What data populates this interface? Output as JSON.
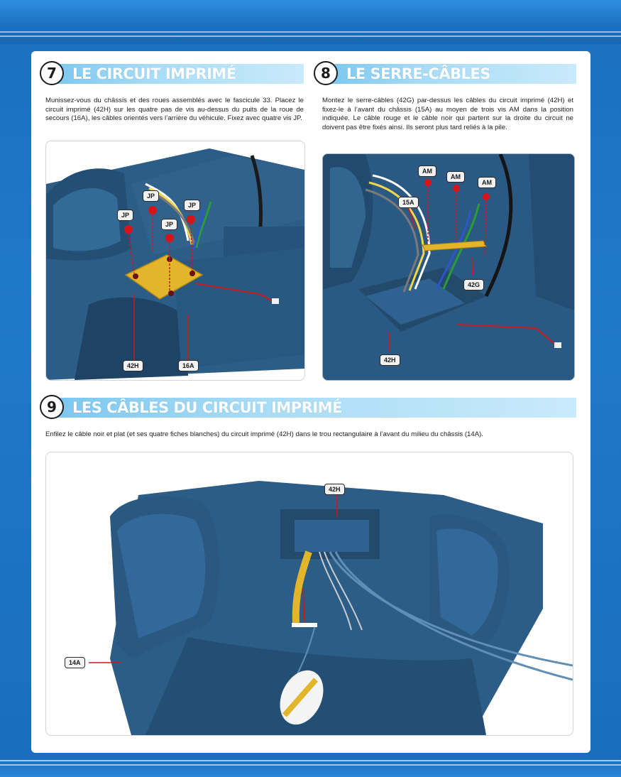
{
  "sections": [
    {
      "number": "7",
      "title": "LE CIRCUIT IMPRIMÉ",
      "text": "Munissez-vous du châssis et des roues assemblés avec le fascicule 33. Placez le circuit imprimé (42H) sur les quatre pas de vis au-dessus du puits de la roue de secours (16A), les câbles orientés vers l’arrière du véhicule. Fixez avec quatre vis JP.",
      "callouts": [
        "JP",
        "JP",
        "JP",
        "JP",
        "42H",
        "16A"
      ]
    },
    {
      "number": "8",
      "title": "LE SERRE-CÂBLES",
      "text": "Montez le serre-câbles (42G) par-dessus les câbles du circuit imprimé (42H) et fixez-le à l’avant du châssis (15A) au moyen de trois vis AM dans la position indiquée. Le câble rouge et le câble noir qui partent sur la droite du circuit ne doivent pas être fixés ainsi. Ils seront plus tard reliés à la pile.",
      "callouts": [
        "AM",
        "AM",
        "AM",
        "15A",
        "42G",
        "42H"
      ]
    },
    {
      "number": "9",
      "title": "LES CÂBLES DU CIRCUIT IMPRIMÉ",
      "text": "Enfilez le câble noir et plat (et ses quatre fiches blanches) du circuit imprimé (42H) dans le trou rectangulaire à l’avant du milieu du châssis (14A).",
      "callouts": [
        "42H",
        "14A"
      ]
    }
  ],
  "colors": {
    "chassis": "#2c5d86",
    "chassis_dark": "#1d4466",
    "board": "#e2b52a",
    "arrow": "#d8141b",
    "heading_bar": "#9fd6f4"
  }
}
